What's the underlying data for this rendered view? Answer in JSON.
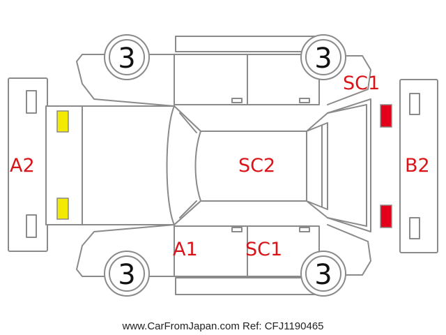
{
  "colors": {
    "outline": "#8a8a8a",
    "damage_text": "#d81418",
    "front_lights": "#f2ea00",
    "rear_lights": "#e5001a",
    "tire_number": "#111111"
  },
  "tires": {
    "front_top": "3",
    "rear_top": "3",
    "front_bottom": "3",
    "rear_bottom": "3"
  },
  "damage_labels": {
    "front_bumper": "A2",
    "rear_bumper": "B2",
    "roof": "SC2",
    "rear_quarter_top": "SC1",
    "front_fender_bottom": "A1",
    "rear_door_bottom": "SC1"
  },
  "footer": "www.CarFromJapan.com Ref: CFJ1190465"
}
